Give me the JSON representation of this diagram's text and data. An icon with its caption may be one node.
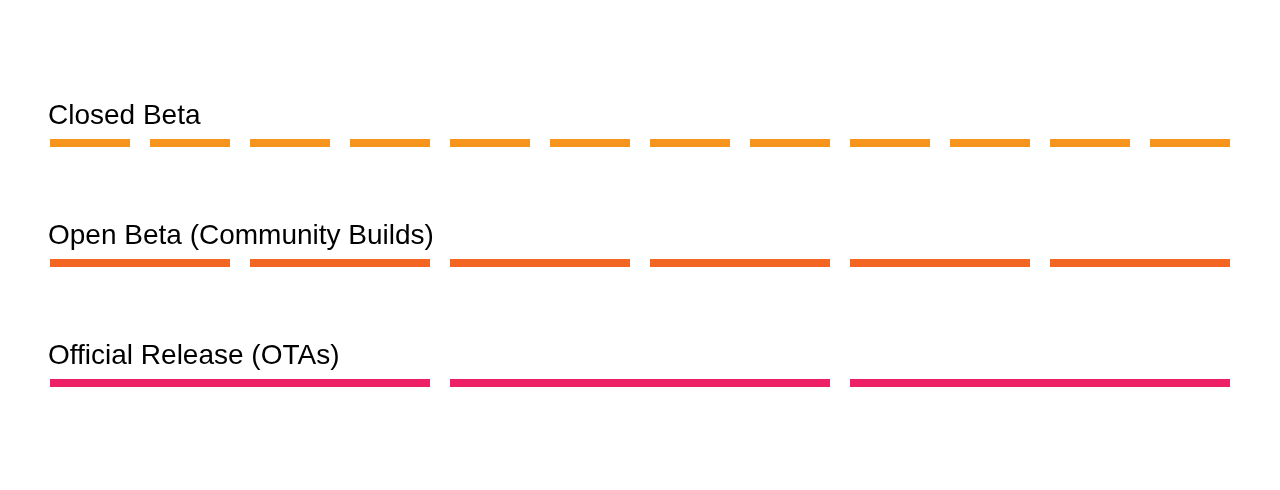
{
  "diagram": {
    "labels": [
      "Closed Beta",
      "Open Beta (Community Builds)",
      "Official Release (OTAs)"
    ]
  }
}
